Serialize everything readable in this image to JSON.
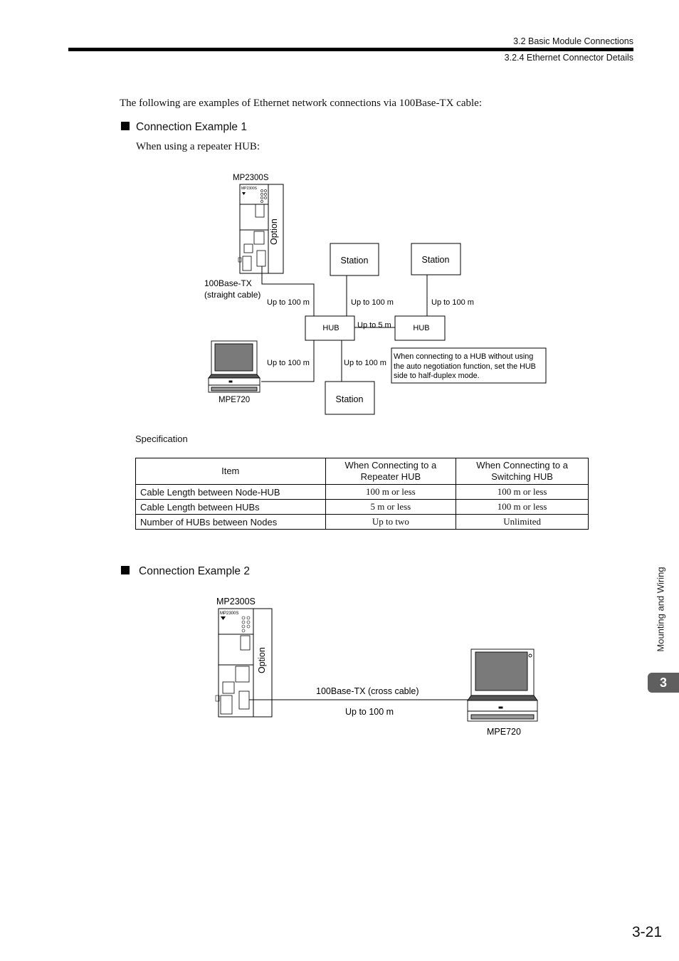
{
  "header": {
    "section": "3.2  Basic Module Connections",
    "subsection": "3.2.4  Ethernet Connector Details"
  },
  "intro": "The following are examples of Ethernet network connections via 100Base-TX cable:",
  "example1": {
    "title": "Connection Example 1",
    "subtitle": "When using a repeater HUB:",
    "diagram": {
      "module_label": "MP2300S",
      "module_chip": "MP2300S",
      "option_label": "Option",
      "cable_label_1": "100Base-TX",
      "cable_label_2": "(straight cable)",
      "station": "Station",
      "hub": "HUB",
      "up_to_100": "Up to 100 m",
      "up_to_5": "Up to 5 m",
      "pc_label": "MPE720",
      "note_line1": "When connecting to a HUB without using",
      "note_line2": "the auto negotiation function, set the HUB",
      "note_line3": "side to half-duplex mode."
    }
  },
  "specification": {
    "label": "Specification",
    "headers": [
      "Item",
      "When Connecting to a Repeater HUB",
      "When Connecting to a Switching HUB"
    ],
    "rows": [
      [
        "Cable Length between Node-HUB",
        "100 m or less",
        "100 m or less"
      ],
      [
        "Cable Length between HUBs",
        "5 m or less",
        "100 m or less"
      ],
      [
        "Number of HUBs between Nodes",
        "Up to two",
        "Unlimited"
      ]
    ]
  },
  "example2": {
    "title": "Connection Example 2",
    "diagram": {
      "module_label": "MP2300S",
      "module_chip": "MP2300S",
      "option_label": "Option",
      "cable_label": "100Base-TX (cross cable)",
      "distance": "Up to 100 m",
      "pc_label": "MPE720"
    }
  },
  "side_tab": {
    "text": "Mounting and Wiring",
    "number": "3"
  },
  "page_number": "3-21"
}
